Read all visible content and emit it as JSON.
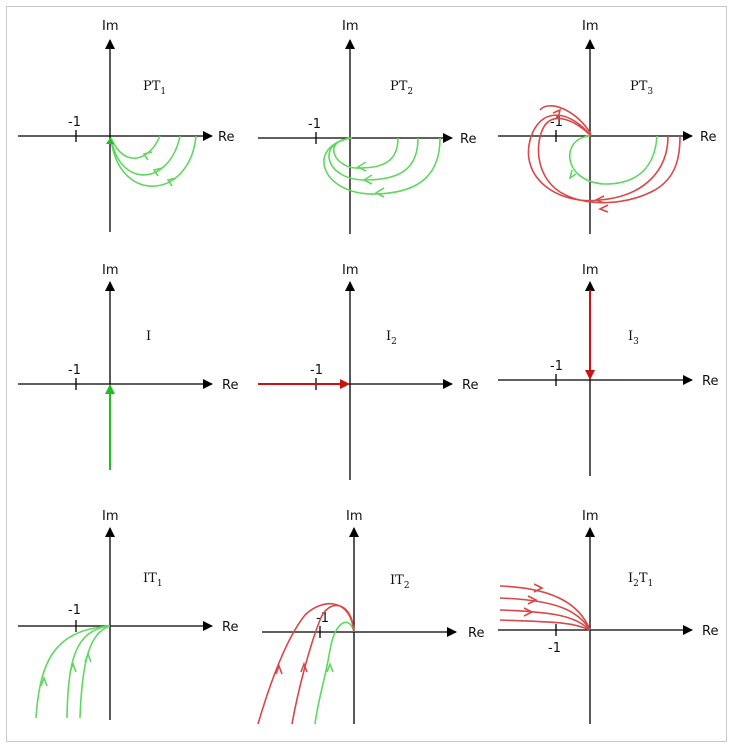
{
  "axes": {
    "re": "Re",
    "im": "Im",
    "minus_one": "-1"
  },
  "panels": [
    {
      "id": "pt1",
      "name": "PT",
      "sub": "1"
    },
    {
      "id": "pt2",
      "name": "PT",
      "sub": "2"
    },
    {
      "id": "pt3",
      "name": "PT",
      "sub": "3"
    },
    {
      "id": "i1",
      "name": "I",
      "sub": ""
    },
    {
      "id": "i2",
      "name": "I",
      "sub": "2"
    },
    {
      "id": "i3",
      "name": "I",
      "sub": "3"
    },
    {
      "id": "it1",
      "name": "IT",
      "sub": "1"
    },
    {
      "id": "it2",
      "name": "IT",
      "sub": "2"
    },
    {
      "id": "i2t1",
      "name": "I",
      "sub": "2",
      "name2": "T",
      "sub2": "1"
    }
  ],
  "colors": {
    "stable": "#5fd85f",
    "unstable": "#d84848",
    "axis": "#000000"
  }
}
